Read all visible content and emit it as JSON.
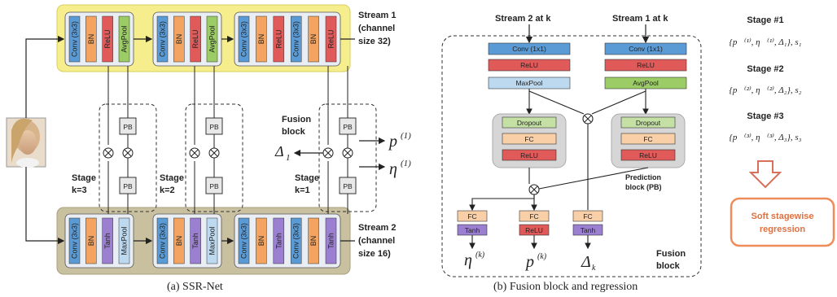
{
  "colors": {
    "stream1_bg": "#f6ee8c",
    "stream2_bg": "#c9c0a0",
    "conv": "#5b9bd5",
    "bn": "#f4a460",
    "relu": "#e05a5a",
    "avgpool": "#9ccc65",
    "tanh": "#9b7fd0",
    "maxpool": "#bcd9f0",
    "dropout": "#c5e0a5",
    "fc": "#f9cfa8",
    "soft_border": "#f08c5a",
    "arrow_red": "#d9705a"
  },
  "left": {
    "caption": "(a) SSR-Net",
    "stream1_label": [
      "Stream 1",
      "(channel",
      "size 32)"
    ],
    "stream2_label": [
      "Stream 2",
      "(channel",
      "size 16)"
    ],
    "fusion_label": [
      "Fusion",
      "block"
    ],
    "stage_labels": [
      [
        "Stage",
        "k=3"
      ],
      [
        "Stage",
        "k=2"
      ],
      [
        "Stage",
        "k=1"
      ]
    ],
    "pb_label": "PB",
    "delta_label": "Δ",
    "delta_sub": "1",
    "p_label": "p⃗",
    "eta_label": "η⃗",
    "sup1": "(1)",
    "photo_icon": "face-photo",
    "stream1_blocks": [
      [
        "Conv (3x3)",
        "BN",
        "ReLU",
        "AvgPool"
      ],
      [
        "Conv (3x3)",
        "BN",
        "ReLU",
        "AvgPool"
      ],
      [
        "Conv (3x3)",
        "BN",
        "ReLU",
        "Conv (3x3)",
        "BN",
        "ReLU"
      ]
    ],
    "stream2_blocks": [
      [
        "Conv (3x3)",
        "BN",
        "Tanh",
        "MaxPool"
      ],
      [
        "Conv (3x3)",
        "BN",
        "Tanh",
        "MaxPool"
      ],
      [
        "Conv (3x3)",
        "BN",
        "Tanh",
        "Conv (3x3)",
        "BN",
        "Tanh"
      ]
    ]
  },
  "middle": {
    "caption": "(b) Fusion block and regression",
    "stream2_at_k": "Stream 2 at k",
    "stream1_at_k": "Stream 1 at k",
    "left_col": [
      "Conv (1x1)",
      "ReLU",
      "MaxPool"
    ],
    "right_col": [
      "Conv (1x1)",
      "ReLU",
      "AvgPool"
    ],
    "pb_left": [
      "Dropout",
      "FC",
      "ReLU"
    ],
    "pb_right": [
      "Dropout",
      "FC",
      "ReLU"
    ],
    "prediction_label": [
      "Prediction",
      "block (PB)"
    ],
    "bottom_fc": [
      "FC",
      "FC",
      "FC"
    ],
    "bottom_act": [
      "Tanh",
      "ReLU",
      "Tanh"
    ],
    "outputs": [
      "η⃗",
      "p⃗",
      "Δ"
    ],
    "output_sup": "(k)",
    "output_sub": "k",
    "fusion_label": [
      "Fusion",
      "block"
    ]
  },
  "right": {
    "stages": [
      {
        "title": "Stage #1",
        "expr": "{p⃗⁽¹⁾, η⃗⁽¹⁾, Δ₁}, s₁"
      },
      {
        "title": "Stage #2",
        "expr": "{p⃗⁽²⁾, η⃗⁽²⁾, Δ₂}, s₂"
      },
      {
        "title": "Stage #3",
        "expr": "{p⃗⁽³⁾, η⃗⁽³⁾, Δ₃}, s₃"
      }
    ],
    "result": [
      "Soft stagewise",
      "regression"
    ]
  }
}
